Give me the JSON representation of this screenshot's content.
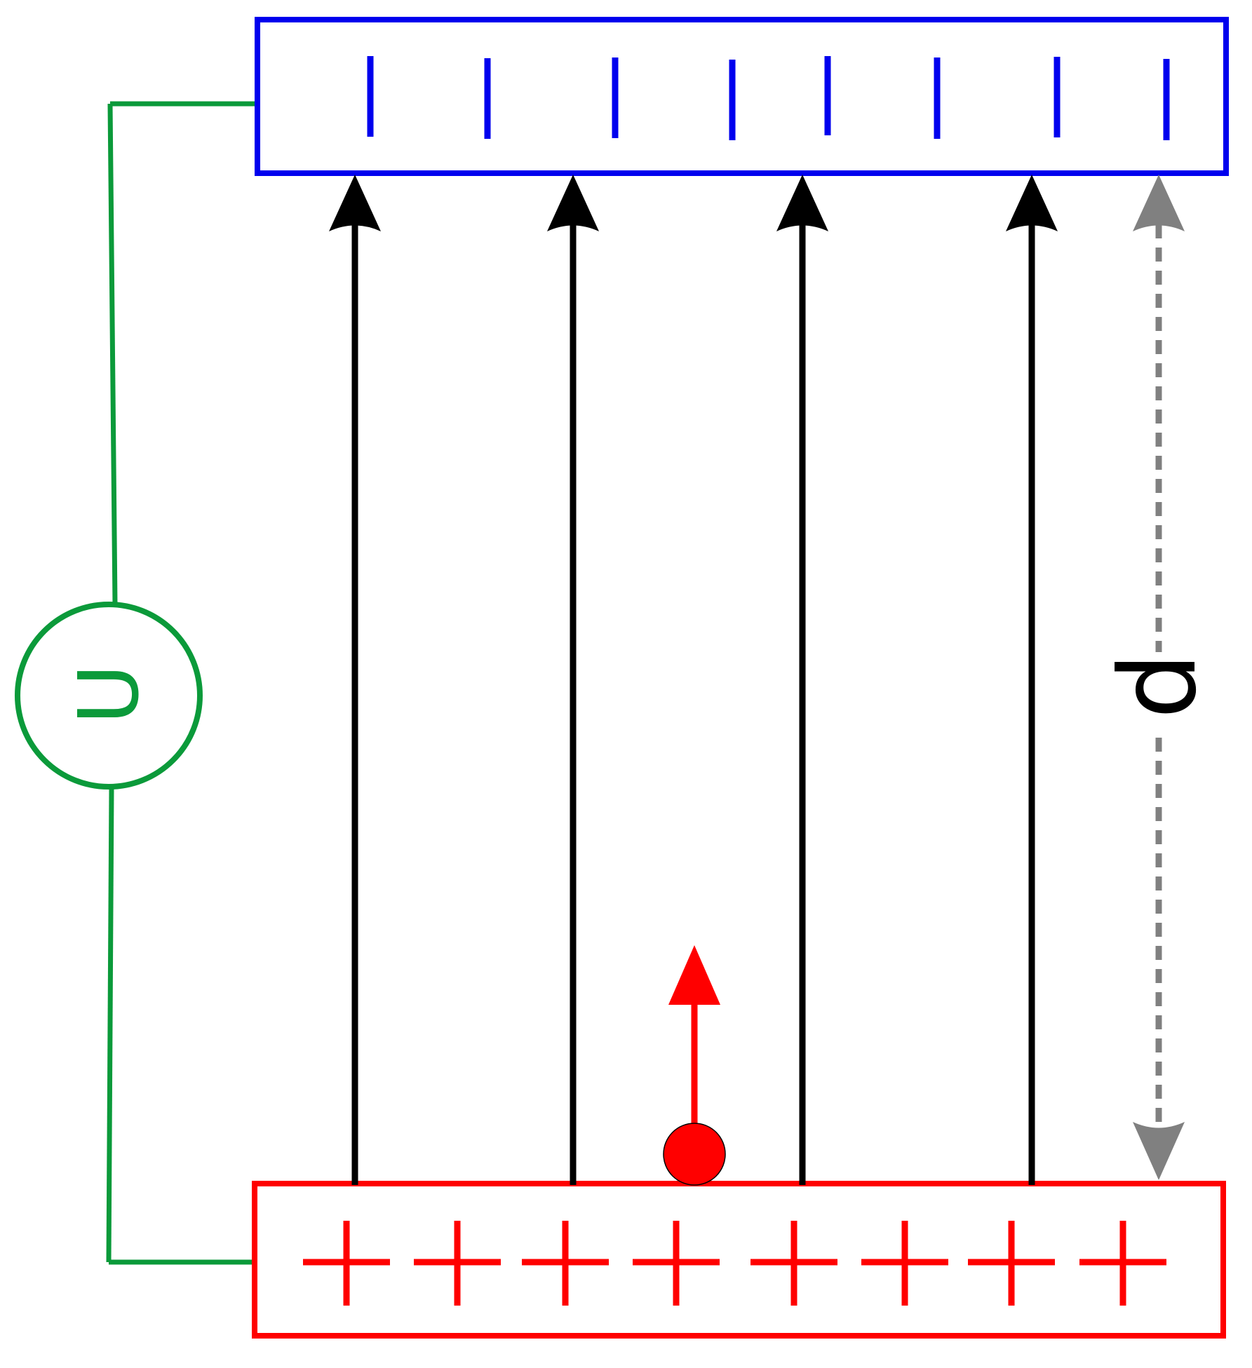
{
  "labels": {
    "voltage": "U",
    "distance": "d"
  },
  "colors": {
    "negative_plate": "#0000ee",
    "positive_plate": "#ff0000",
    "circuit_wire": "#0b9a3a",
    "field_line": "#000000",
    "distance_arrow": "#808080",
    "charge": "#ff0000",
    "background": "#ffffff"
  },
  "negative_plate": {
    "charge_count": 8,
    "charge_symbol": "minus"
  },
  "positive_plate": {
    "charge_count": 8,
    "charge_symbol": "plus"
  },
  "field_lines": {
    "count": 4,
    "direction": "up"
  },
  "charge": {
    "sign": "positive",
    "force_direction": "up"
  }
}
